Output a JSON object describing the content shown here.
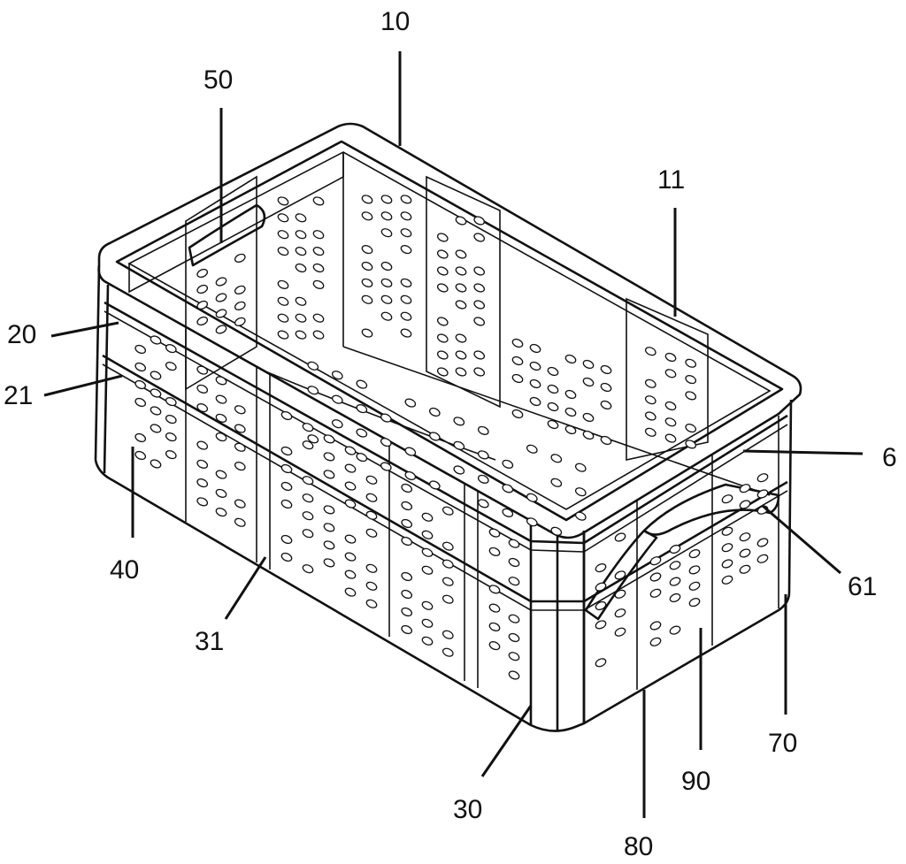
{
  "figure": {
    "labels": [
      {
        "id": "10",
        "text": "10"
      },
      {
        "id": "11",
        "text": "11"
      },
      {
        "id": "20",
        "text": "20"
      },
      {
        "id": "21",
        "text": "21"
      },
      {
        "id": "30",
        "text": "30"
      },
      {
        "id": "31",
        "text": "31"
      },
      {
        "id": "40",
        "text": "40"
      },
      {
        "id": "50",
        "text": "50"
      },
      {
        "id": "60",
        "text": "6"
      },
      {
        "id": "61",
        "text": "61"
      },
      {
        "id": "70",
        "text": "70"
      },
      {
        "id": "80",
        "text": "80"
      },
      {
        "id": "90",
        "text": "90"
      }
    ]
  }
}
